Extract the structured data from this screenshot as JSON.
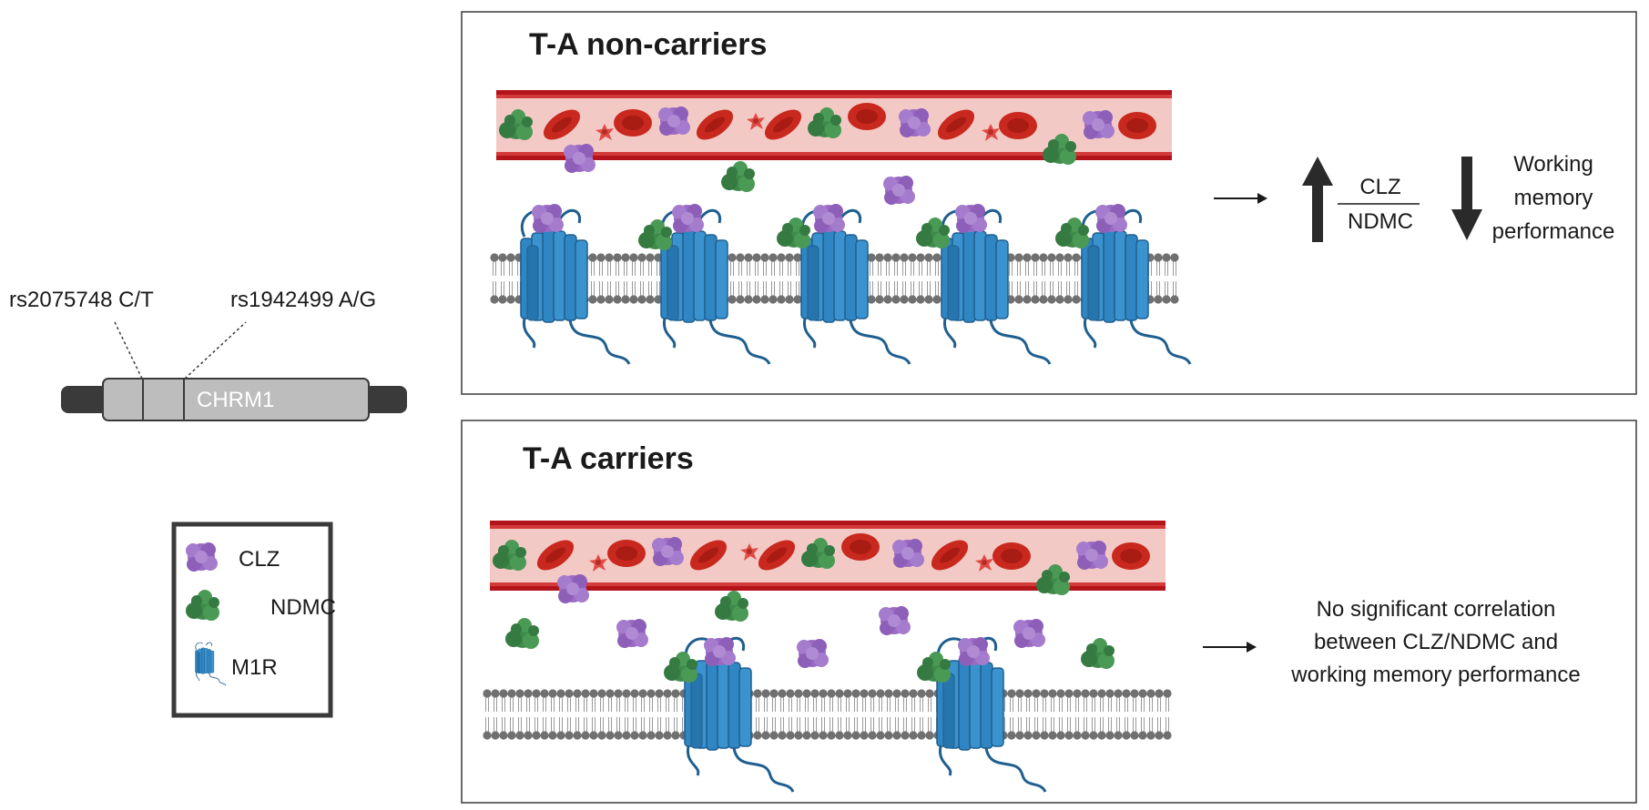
{
  "gene": {
    "name": "CHRM1",
    "snp1": "rs2075748 C/T",
    "snp2": "rs1942499 A/G"
  },
  "legend": {
    "items": [
      {
        "icon": "clz-molecule-icon",
        "label": "CLZ",
        "color": "#9b6bc4"
      },
      {
        "icon": "ndmc-molecule-icon",
        "label": "NDMC",
        "color": "#3f8a4b"
      },
      {
        "icon": "m1r-receptor-icon",
        "label": "M1R",
        "color": "#2f86c2"
      }
    ]
  },
  "panels": {
    "top": {
      "title": "T-A non-carriers",
      "ratio_numerator": "CLZ",
      "ratio_denominator": "NDMC",
      "outcome_line1": "Working",
      "outcome_line2": "memory",
      "outcome_line3": "performance",
      "ratio_direction": "up-arrow-icon",
      "outcome_direction": "down-arrow-icon"
    },
    "bottom": {
      "title": "T-A carriers",
      "result_line1": "No significant correlation",
      "result_line2": "between CLZ/NDMC and",
      "result_line3": "working memory performance"
    }
  },
  "colors": {
    "vessel": "#b3141b",
    "vessel_inner": "#f3c9c5",
    "rbc": "#c8281d",
    "membrane": "#7a7a7a",
    "receptor": "#2f86c2",
    "clz": "#9b6bc4",
    "ndmc": "#3f8a4b"
  }
}
